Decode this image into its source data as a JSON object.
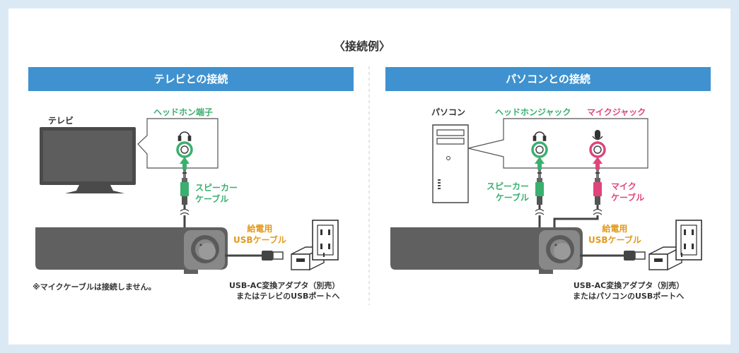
{
  "title": "〈接続例〉",
  "left": {
    "banner": "テレビとの接続",
    "device_label": "テレビ",
    "port_label": "ヘッドホン端子",
    "speaker_cable": [
      "スピーカー",
      "ケーブル"
    ],
    "power_cable": [
      "給電用",
      "USBケーブル"
    ],
    "note": "※マイクケーブルは接続しません。",
    "adapter": [
      "USB-AC変換アダプタ（別売）",
      "またはテレビのUSBポートへ"
    ]
  },
  "right": {
    "banner": "パソコンとの接続",
    "device_label": "パソコン",
    "headphone_jack_label": "ヘッドホンジャック",
    "mic_jack_label": "マイクジャック",
    "speaker_cable": [
      "スピーカー",
      "ケーブル"
    ],
    "mic_cable": [
      "マイク",
      "ケーブル"
    ],
    "power_cable": [
      "給電用",
      "USBケーブル"
    ],
    "adapter": [
      "USB-AC変換アダプタ（別売）",
      "またはパソコンのUSBポートへ"
    ]
  },
  "colors": {
    "background": "#dbe9f5",
    "banner": "#3f92cf",
    "green": "#3aaf6f",
    "pink": "#e0447c",
    "orange": "#e39a1c",
    "device": "#5f5f5f"
  },
  "icons": [
    "headphone-icon",
    "microphone-icon",
    "up-arrow-icon",
    "wall-outlet-icon",
    "usb-ac-adapter-icon",
    "usb-plug-icon",
    "audio-plug-icon"
  ]
}
